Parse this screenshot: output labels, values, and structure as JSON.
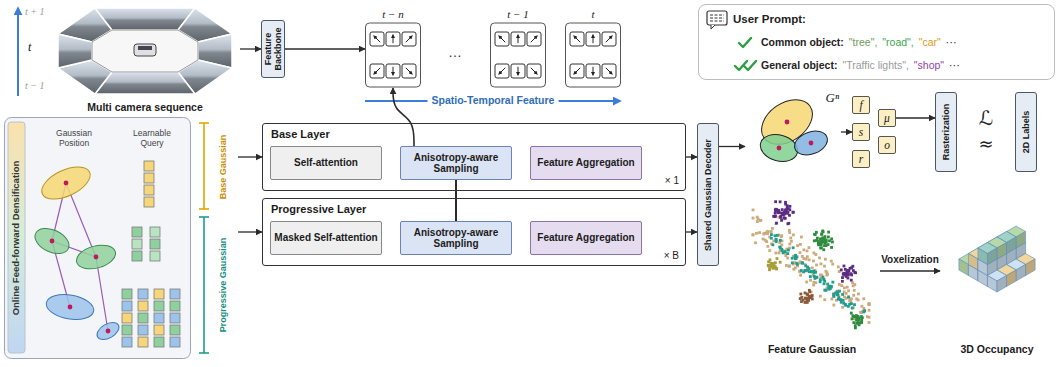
{
  "diagram": {
    "nodes": [
      {
        "text": [
          "Multi camera sequence"
        ]
      },
      {
        "text": [
          "Feature Backbone"
        ]
      },
      {
        "text": [
          "t − n"
        ]
      },
      {
        "text": [
          "t − 1"
        ]
      },
      {
        "text": [
          "t"
        ]
      },
      {
        "text": [
          "User Prompt:",
          "Common object:",
          "\"tree\",",
          "\"road\",",
          "\"car\"",
          "⋯",
          "General object:",
          "\"Traffic lights\",",
          "\"shop\"",
          "⋯"
        ]
      },
      {
        "text": [
          "Online Feed-forward Densification",
          "Gaussian Position",
          "Learnable Query",
          "Base Gaussian",
          "Progressive Gaussian"
        ]
      },
      {
        "text": [
          "Base Layer",
          "× 1"
        ]
      },
      {
        "text": [
          "Self-attention"
        ],
        "in": 7
      },
      {
        "text": [
          "Anisotropy-aware Sampling"
        ],
        "in": 7
      },
      {
        "text": [
          "Feature Aggregation"
        ],
        "in": 7
      },
      {
        "text": [
          "Progressive Layer",
          "× B"
        ]
      },
      {
        "text": [
          "Masked Self-attention"
        ],
        "in": 11
      },
      {
        "text": [
          "Anisotropy-aware Sampling"
        ],
        "in": 11
      },
      {
        "text": [
          "Feature Aggregation"
        ],
        "in": 11
      },
      {
        "text": [
          "Shared Gaussian Decoder"
        ]
      },
      {
        "text": [
          "Gⁿ"
        ]
      },
      {
        "text": [
          "f"
        ]
      },
      {
        "text": [
          "μ"
        ]
      },
      {
        "text": [
          "s"
        ]
      },
      {
        "text": [
          "o"
        ]
      },
      {
        "text": [
          "r"
        ]
      },
      {
        "text": [
          "Rasterization"
        ]
      },
      {
        "text": [
          "2D Labels"
        ]
      },
      {
        "text": [
          "Feature Gaussian"
        ]
      },
      {
        "text": [
          "3D Occupancy"
        ]
      }
    ],
    "edges": [
      {
        "from": 0,
        "to": 1,
        "arrow": "to"
      },
      {
        "from": 1,
        "to": 2,
        "arrow": "to"
      },
      {
        "from": 9,
        "to": 2,
        "arrow": "to"
      },
      {
        "from": 6,
        "to": 7,
        "arrow": "to"
      },
      {
        "from": 6,
        "to": 11,
        "arrow": "to"
      },
      {
        "from": 9,
        "to": 13,
        "arrow": "none"
      },
      {
        "from": 7,
        "to": 15,
        "arrow": "to"
      },
      {
        "from": 11,
        "to": 15,
        "arrow": "to"
      },
      {
        "from": 15,
        "to": 16,
        "arrow": "to"
      },
      {
        "from": 16,
        "to": 19,
        "arrow": "to"
      },
      {
        "from": 18,
        "to": 22,
        "arrow": "to"
      },
      {
        "from": 24,
        "to": 25,
        "label": "Voxelization",
        "arrow": "to"
      }
    ],
    "labels": [
      "t + 1",
      "t",
      "t − 1",
      "…",
      "Spatio-Temporal Feature",
      "ℒ",
      "≈"
    ]
  }
}
